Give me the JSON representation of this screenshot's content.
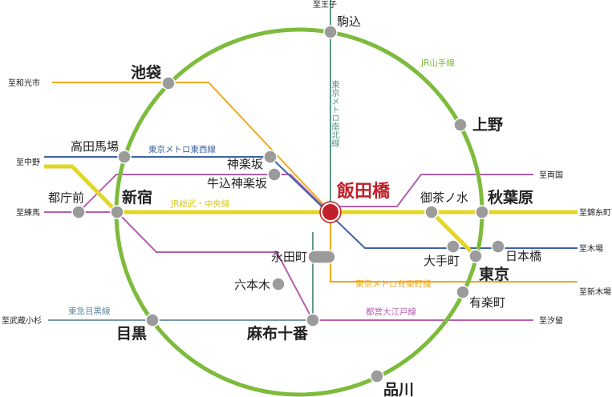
{
  "colors": {
    "yamanote": "#7dbb3c",
    "chuo_sobu": "#e3d626",
    "tozai": "#3d63a3",
    "yurakucho": "#f2a91d",
    "oedo": "#b55fae",
    "namboku": "#5f9a8a",
    "meguro": "#7a9aa8",
    "iidabashi": "#c0202a"
  },
  "lines": {
    "yamanote": "JR山手線",
    "namboku": "東京メトロ南北線",
    "tozai": "東京メトロ東西線",
    "chuo_sobu": "JR総武・中央線",
    "yurakucho": "東京メトロ有楽町線",
    "oedo": "都営大江戸線",
    "meguro": "東急目黒線"
  },
  "destinations": {
    "oji": "至王子",
    "wakoshi": "至和光市",
    "nakano": "至中野",
    "nerima": "至練馬",
    "musashikosugi": "至武蔵小杉",
    "ryogoku": "至両国",
    "kinshicho": "至錦糸町",
    "kiba": "至木場",
    "shinkiba": "至新木場",
    "shiodome": "至汐留"
  },
  "stations": {
    "iidabashi": "飯田橋",
    "komagome": "駒込",
    "ikebukuro": "池袋",
    "ueno": "上野",
    "takadanobaba": "高田馬場",
    "kagurazaka": "神楽坂",
    "ushigome": "牛込神楽坂",
    "tochomae": "都庁前",
    "shinjuku": "新宿",
    "ochanomizu": "御茶ノ水",
    "akihabara": "秋葉原",
    "nagatacho": "永田町",
    "otemachi": "大手町",
    "nihombashi": "日本橋",
    "tokyo": "東京",
    "roppongi": "六本木",
    "yurakucho": "有楽町",
    "meguro": "目黒",
    "azabujuban": "麻布十番",
    "shinagawa": "品川"
  }
}
